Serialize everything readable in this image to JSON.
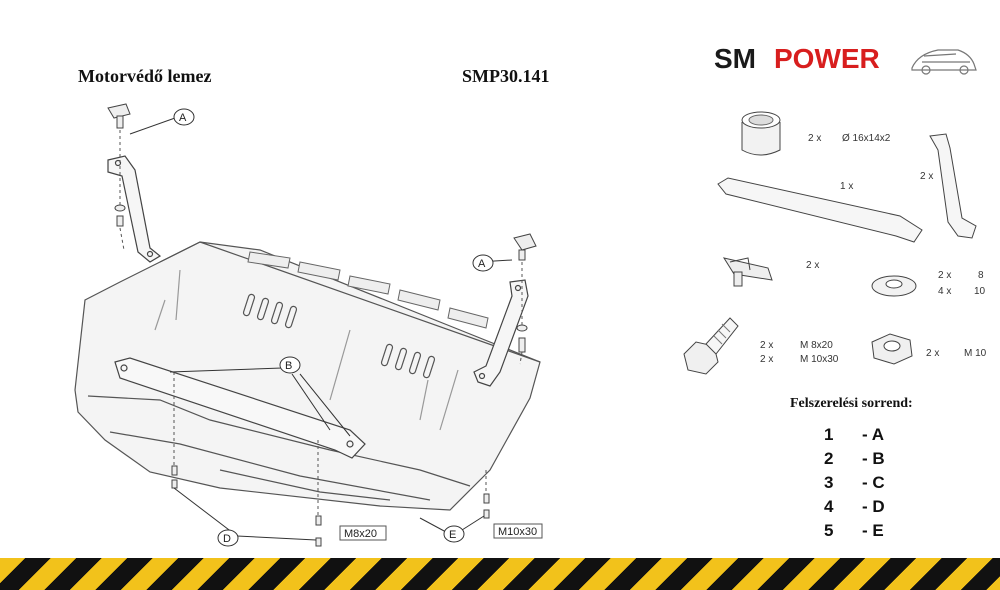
{
  "header": {
    "title": "Motorvédő lemez",
    "code": "SMP30.141",
    "brand_a": "SM",
    "brand_b": "POWER",
    "brand_color_a": "#1a1a1a",
    "brand_color_b": "#d81e1e"
  },
  "diagram": {
    "callouts": {
      "a": "A",
      "b": "B",
      "d": "D",
      "e": "E"
    },
    "bolt_labels": {
      "m8": "M8x20",
      "m10": "M10x30"
    }
  },
  "parts": {
    "spacer": {
      "qty": "2 x",
      "spec": "Ø 16x14x2"
    },
    "long_bracket": {
      "qty": "1 x"
    },
    "short_bracket": {
      "qty": "2 x"
    },
    "clip_nut": {
      "qty": "2 x"
    },
    "washer": {
      "qty1": "2 x",
      "qty2": "4 x",
      "size1": "8",
      "size2": "10"
    },
    "bolt": {
      "qty1": "2 x",
      "qty2": "2 x",
      "size1": "M 8x20",
      "size2": "M 10x30"
    },
    "nut": {
      "qty": "2 x",
      "size": "M 10"
    }
  },
  "assembly": {
    "title": "Felszerelési sorrend:",
    "steps": [
      {
        "num": "1",
        "code": "- A"
      },
      {
        "num": "2",
        "code": "- B"
      },
      {
        "num": "3",
        "code": "- C"
      },
      {
        "num": "4",
        "code": "- D"
      },
      {
        "num": "5",
        "code": "- E"
      }
    ]
  },
  "colors": {
    "stripe_yellow": "#f2c21b",
    "stripe_black": "#111111"
  }
}
